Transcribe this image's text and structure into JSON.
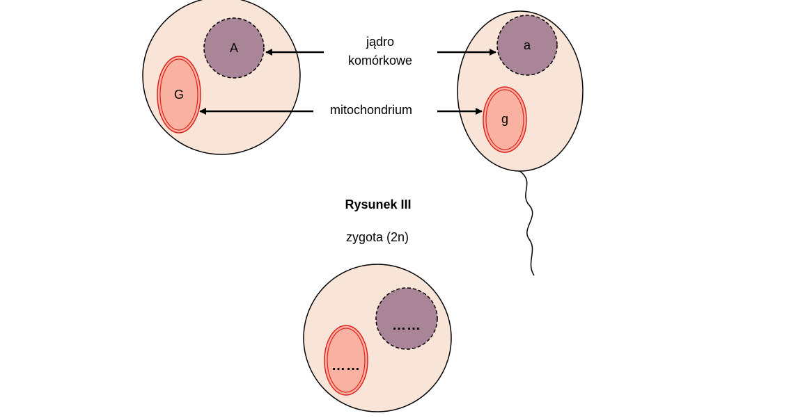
{
  "labels": {
    "nucleus_line1": "jądro",
    "nucleus_line2": "komórkowe",
    "mitochondrion": "mitochondrium",
    "figure_title": "Rysunek III",
    "zygote_caption": "zygota (2n)"
  },
  "egg_cell": {
    "nucleus_allele": "A",
    "mitochondrion_allele": "G"
  },
  "sperm_cell": {
    "nucleus_allele": "a",
    "mitochondrion_allele": "g"
  },
  "zygote": {
    "nucleus_blank": "……",
    "mitochondrion_blank": "……"
  },
  "colors": {
    "cytoplasm": "#f9e4d8",
    "nucleus": "#a98597",
    "mitochondrion_fill": "#f9b2a1",
    "mitochondrion_outline": "#e0201c",
    "outline": "#000000"
  }
}
